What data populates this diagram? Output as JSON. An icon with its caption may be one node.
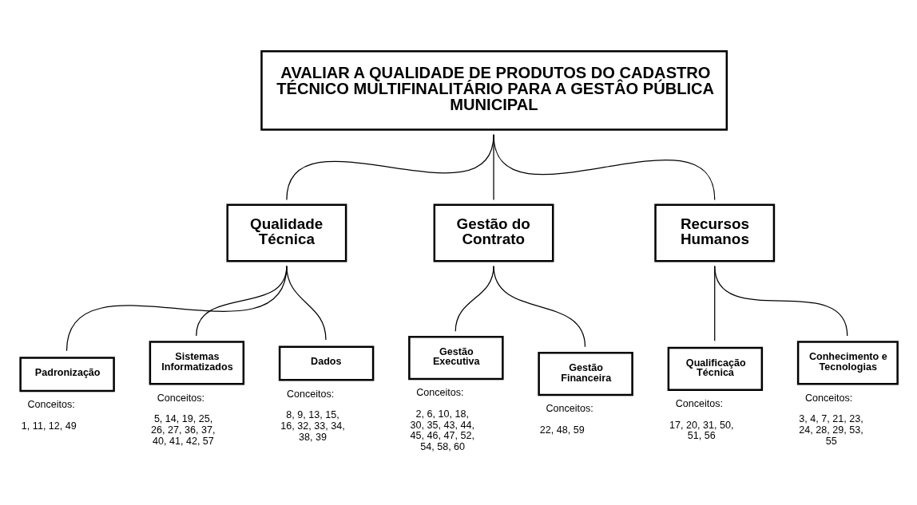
{
  "diagram": {
    "nodes": [
      {
        "text": [
          "AVALIAR A QUALIDADE DE PRODUTOS DO CADASTRO TÉCNICO MULTIFINALITÁRIO PARA A GESTÂO PÚBLICA MUNICIPAL"
        ]
      },
      {
        "text": [
          "Qualidade Técnica"
        ]
      },
      {
        "text": [
          "Gestão do Contrato"
        ]
      },
      {
        "text": [
          "Recursos Humanos"
        ]
      },
      {
        "text": [
          "Padronização"
        ],
        "beside": [
          "Conceitos:",
          "1, 11, 12, 49"
        ]
      },
      {
        "text": [
          "Sistemas Informatizados"
        ],
        "beside": [
          "Conceitos:",
          "5, 14, 19, 25, 26, 27, 36, 37, 40, 41, 42, 57"
        ]
      },
      {
        "text": [
          "Dados"
        ],
        "beside": [
          "Conceitos:",
          "8, 9, 13, 15, 16, 32, 33, 34, 38, 39"
        ]
      },
      {
        "text": [
          "Gestão Executiva"
        ],
        "beside": [
          "Conceitos:",
          "2, 6, 10, 18, 30, 35, 43, 44, 45, 46, 47, 52, 54, 58, 60"
        ]
      },
      {
        "text": [
          "Gestão Financeira"
        ],
        "beside": [
          "Conceitos:",
          "22, 48, 59"
        ]
      },
      {
        "text": [
          "Qualificação Técnica"
        ],
        "beside": [
          "Conceitos:",
          "17, 20, 31, 50, 51, 56"
        ]
      },
      {
        "text": [
          "Conhecimento e Tecnologias"
        ],
        "beside": [
          "Conceitos:",
          "3, 4, 7, 21, 23, 24, 28, 29, 53, 55"
        ]
      }
    ],
    "edges": [
      {
        "from": 0,
        "to": 1,
        "arrow": "none"
      },
      {
        "from": 0,
        "to": 2,
        "arrow": "none"
      },
      {
        "from": 0,
        "to": 3,
        "arrow": "none"
      },
      {
        "from": 1,
        "to": 4,
        "arrow": "none"
      },
      {
        "from": 1,
        "to": 5,
        "arrow": "none"
      },
      {
        "from": 1,
        "to": 6,
        "arrow": "none"
      },
      {
        "from": 2,
        "to": 7,
        "arrow": "none"
      },
      {
        "from": 2,
        "to": 8,
        "arrow": "none"
      },
      {
        "from": 3,
        "to": 9,
        "arrow": "none"
      },
      {
        "from": 3,
        "to": 10,
        "arrow": "none"
      }
    ]
  }
}
